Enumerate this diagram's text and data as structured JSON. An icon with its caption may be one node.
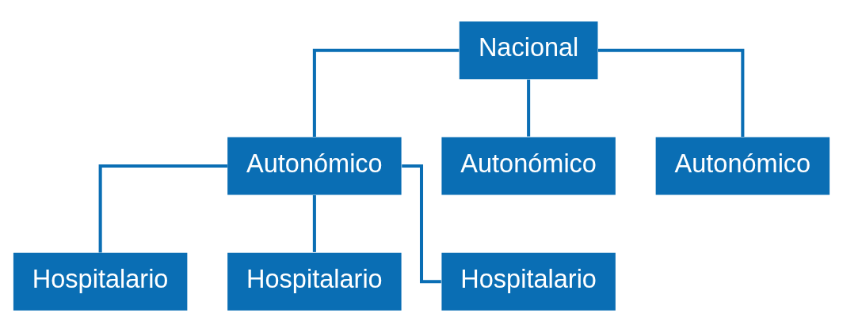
{
  "diagram": {
    "nodes": [
      {
        "text": [
          "Nacional"
        ]
      },
      {
        "text": [
          "Autonómico"
        ]
      },
      {
        "text": [
          "Autonómico"
        ]
      },
      {
        "text": [
          "Autonómico"
        ]
      },
      {
        "text": [
          "Hospitalario"
        ]
      },
      {
        "text": [
          "Hospitalario"
        ]
      },
      {
        "text": [
          "Hospitalario"
        ]
      }
    ],
    "edges": [
      {
        "from": 0,
        "to": 1,
        "arrow": "none"
      },
      {
        "from": 0,
        "to": 2,
        "arrow": "none"
      },
      {
        "from": 0,
        "to": 3,
        "arrow": "none"
      },
      {
        "from": 1,
        "to": 4,
        "arrow": "none"
      },
      {
        "from": 1,
        "to": 5,
        "arrow": "none"
      },
      {
        "from": 1,
        "to": 6,
        "arrow": "none"
      }
    ]
  }
}
